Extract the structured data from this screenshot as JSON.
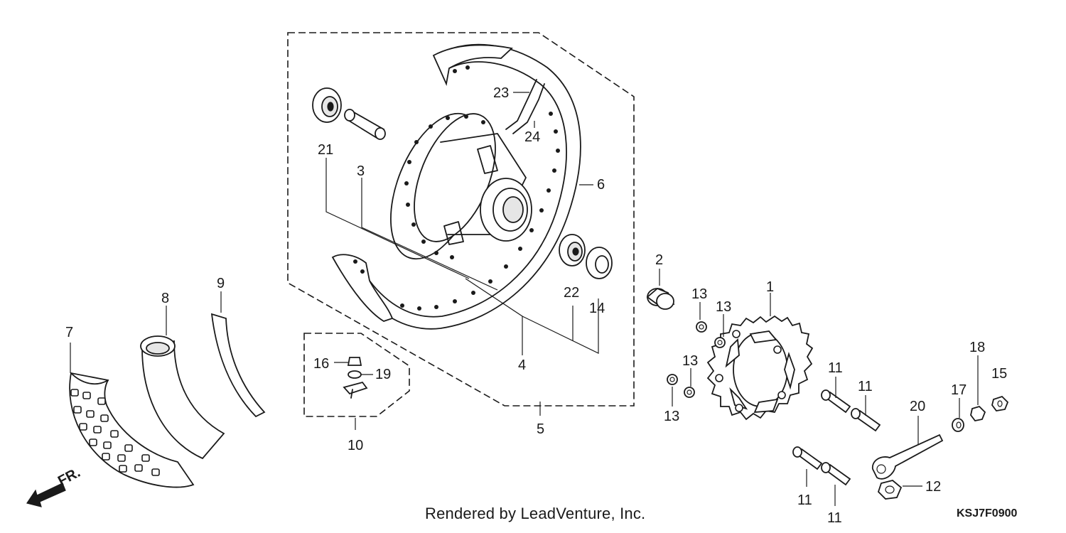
{
  "diagram": {
    "credit": "Rendered by LeadVenture, Inc.",
    "diagram_code": "KSJ7F0900",
    "direction_label": "FR.",
    "callouts": {
      "c1": "1",
      "c2": "2",
      "c3": "3",
      "c4": "4",
      "c5": "5",
      "c6": "6",
      "c7": "7",
      "c8": "8",
      "c9": "9",
      "c10": "10",
      "c11a": "11",
      "c11b": "11",
      "c11c": "11",
      "c11d": "11",
      "c12": "12",
      "c13a": "13",
      "c13b": "13",
      "c13c": "13",
      "c13d": "13",
      "c14": "14",
      "c15": "15",
      "c16": "16",
      "c17": "17",
      "c18": "18",
      "c19": "19",
      "c20": "20",
      "c21": "21",
      "c22": "22",
      "c23": "23",
      "c24": "24"
    }
  }
}
